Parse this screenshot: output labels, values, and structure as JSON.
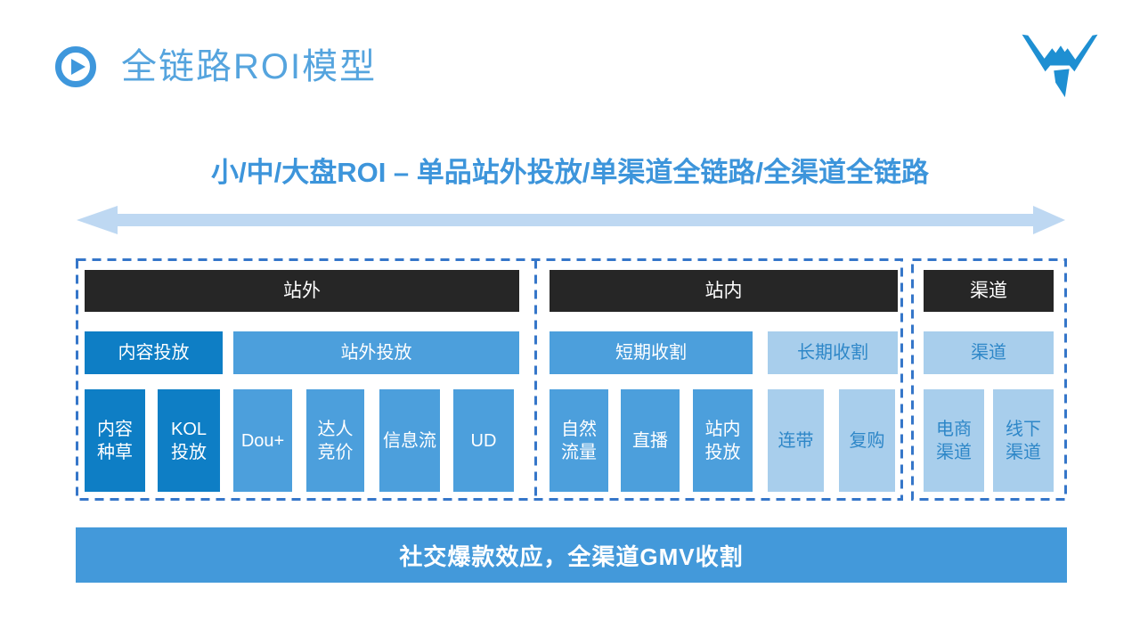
{
  "title": {
    "text": "全链路ROI模型"
  },
  "subtitle": {
    "text": "小/中/大盘ROI – 单品站外投放/单渠道全链路/全渠道全链路"
  },
  "banner": {
    "text": "社交爆款效应，全渠道GMV收割"
  },
  "icons": {
    "play_icon": "play-button-in-circle",
    "brand_logo": "w-shaped-arrow-logo"
  },
  "colors": {
    "title_blue": "#55A4DE",
    "subtitle_blue": "#3D95DB",
    "dark_header": "#262626",
    "deep_blue": "#0E7EC5",
    "mid_blue": "#4C9FDC",
    "light_blue": "#A8CEEC",
    "light_blue_text": "#2E87C8",
    "dashed_border": "#3576C9",
    "arrow_fill": "#BED8F2",
    "banner_blue": "#4399DA",
    "logo_blue": "#1E8FD2"
  },
  "sections": [
    {
      "header": "站外",
      "level2": [
        {
          "label": "内容投放",
          "tone": "deep"
        },
        {
          "label": "站外投放",
          "tone": "mid"
        }
      ],
      "level3": [
        {
          "label": "内容\n种草",
          "tone": "deep"
        },
        {
          "label": "KOL\n投放",
          "tone": "deep"
        },
        {
          "label": "Dou+",
          "tone": "mid"
        },
        {
          "label": "达人\n竞价",
          "tone": "mid"
        },
        {
          "label": "信息流",
          "tone": "mid"
        },
        {
          "label": "UD",
          "tone": "mid"
        }
      ]
    },
    {
      "header": "站内",
      "level2": [
        {
          "label": "短期收割",
          "tone": "mid"
        },
        {
          "label": "长期收割",
          "tone": "light"
        }
      ],
      "level3": [
        {
          "label": "自然\n流量",
          "tone": "mid"
        },
        {
          "label": "直播",
          "tone": "mid"
        },
        {
          "label": "站内\n投放",
          "tone": "mid"
        },
        {
          "label": "连带",
          "tone": "light"
        },
        {
          "label": "复购",
          "tone": "light"
        }
      ]
    },
    {
      "header": "渠道",
      "level2": [
        {
          "label": "渠道",
          "tone": "light"
        }
      ],
      "level3": [
        {
          "label": "电商\n渠道",
          "tone": "light"
        },
        {
          "label": "线下\n渠道",
          "tone": "light"
        }
      ]
    }
  ]
}
